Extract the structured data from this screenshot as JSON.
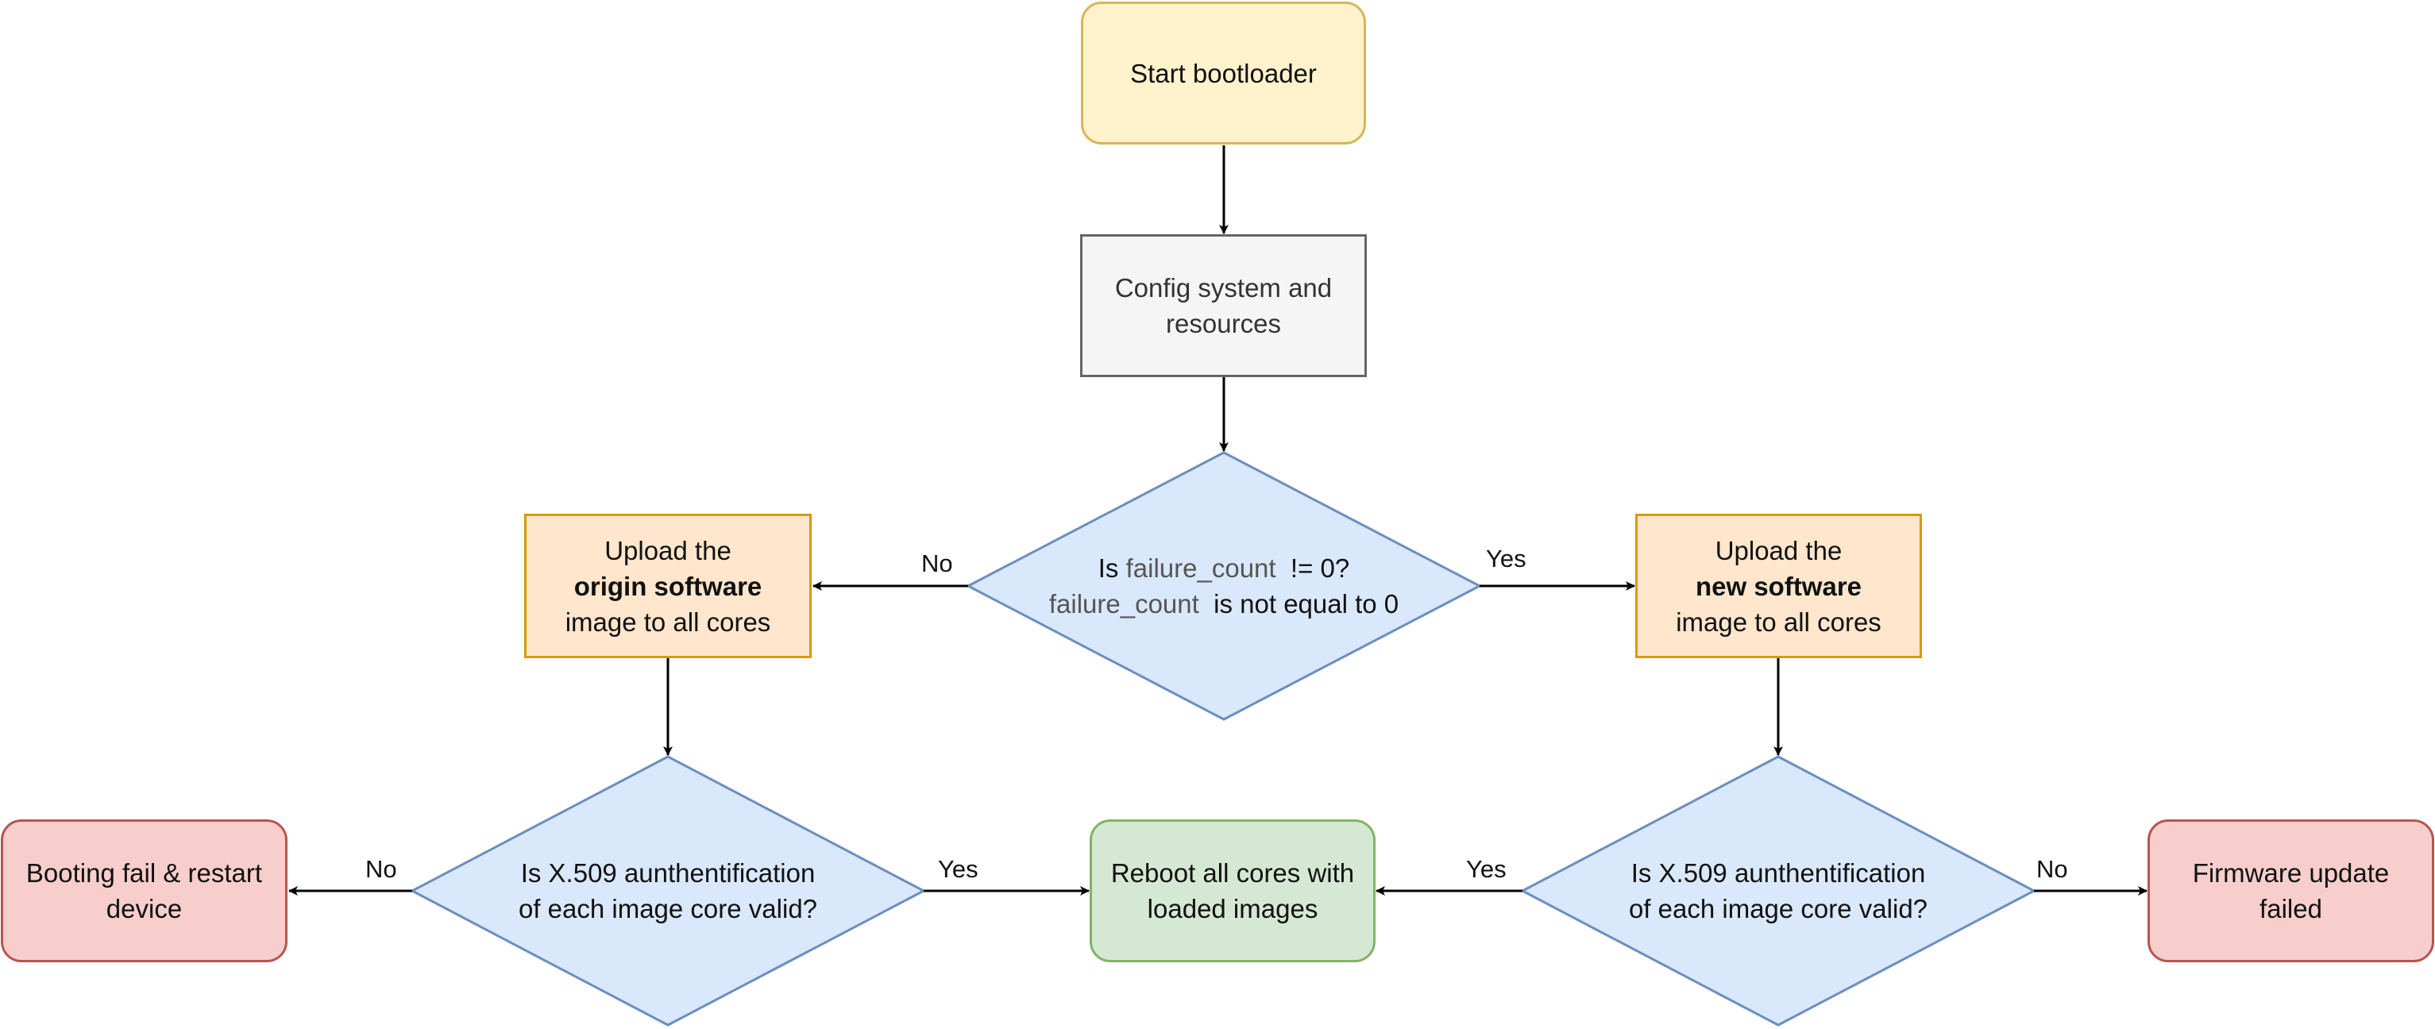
{
  "colors": {
    "start_fill": "#fff2cc",
    "start_stroke": "#d6b656",
    "config_fill": "#f5f5f5",
    "config_stroke": "#666666",
    "decision_fill": "#dae8fc",
    "decision_stroke": "#6c8ebf",
    "upload_fill": "#ffe6cc",
    "upload_stroke": "#d79b00",
    "fail_fill": "#f8cecc",
    "fail_stroke": "#b85450",
    "reboot_fill": "#d5e8d4",
    "reboot_stroke": "#82b366",
    "arrow": "#000000"
  },
  "nodes": {
    "start": {
      "text": "Start bootloader"
    },
    "config": {
      "line1": "Config system and",
      "line2": "resources"
    },
    "decision_main": {
      "l1_pre": "Is ",
      "l1_var": "failure_count",
      "l1_post": "  != 0?",
      "l2_var": "failure_count",
      "l2_post": "  is not equal to 0"
    },
    "upload_origin": {
      "line1": "Upload the",
      "bold": "origin software",
      "line3": "image to all cores"
    },
    "upload_new": {
      "line1": "Upload the",
      "bold": "new software",
      "line3": "image to all cores"
    },
    "check_left": {
      "line1": "Is X.509 aunthentification",
      "line2": "of each image core valid?"
    },
    "check_right": {
      "line1": "Is X.509 aunthentification",
      "line2": "of each image core valid?"
    },
    "fail_boot": {
      "line1": "Booting fail & restart",
      "line2": "device"
    },
    "reboot": {
      "line1": "Reboot all cores with",
      "line2": "loaded images"
    },
    "fail_update": {
      "line1": "Firmware update",
      "line2": "failed"
    }
  },
  "edges": {
    "main_no": "No",
    "main_yes": "Yes",
    "left_no": "No",
    "left_yes": "Yes",
    "right_yes": "Yes",
    "right_no": "No"
  }
}
